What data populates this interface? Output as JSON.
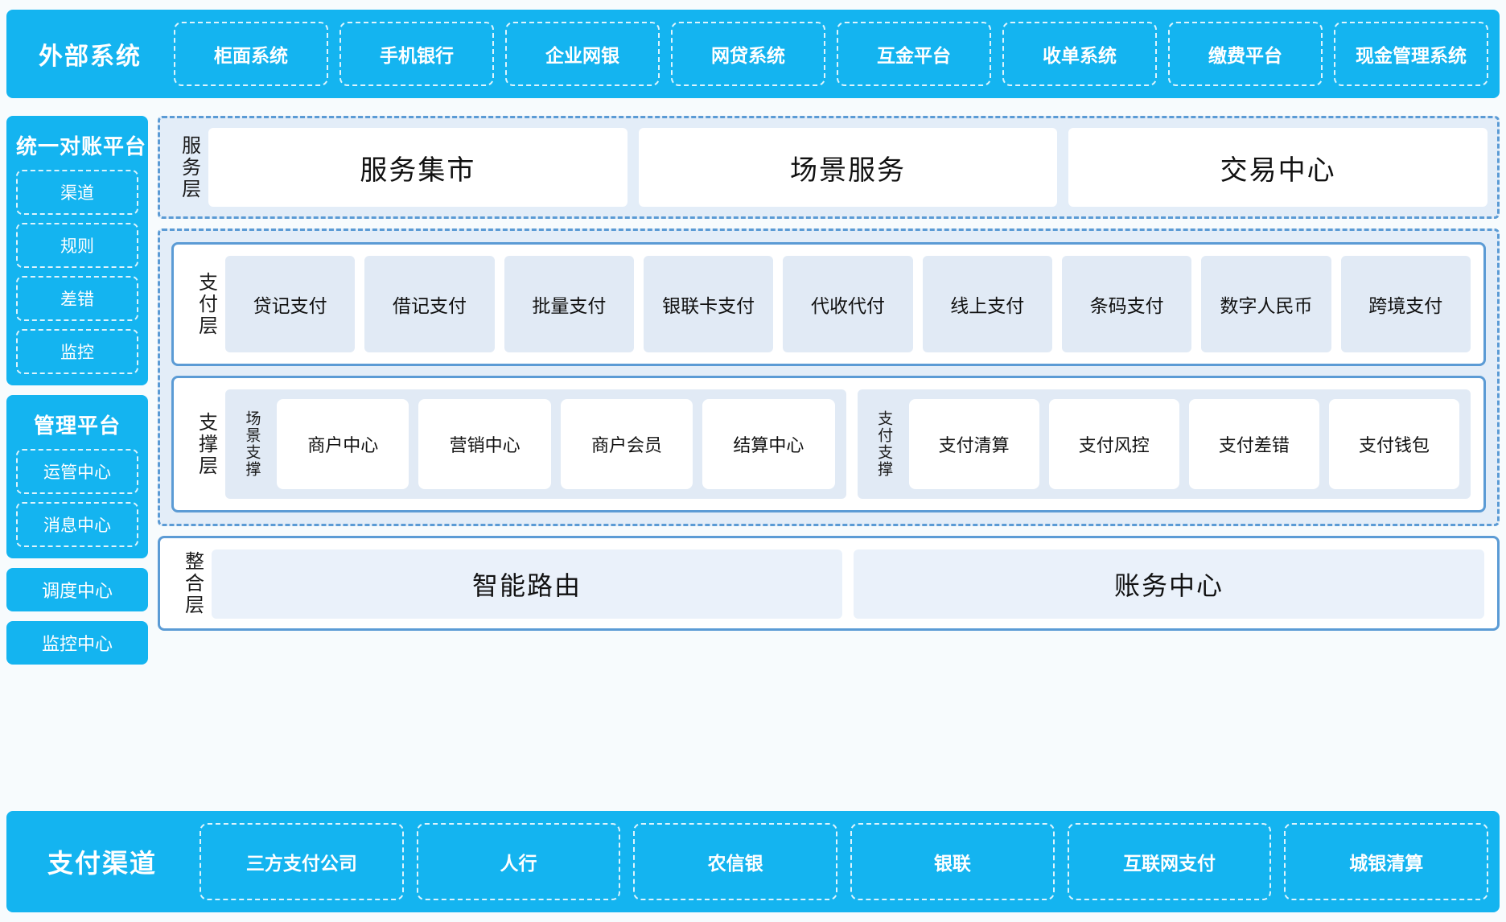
{
  "external_systems": {
    "title": "外部系统",
    "items": [
      "柜面系统",
      "手机银行",
      "企业网银",
      "网贷系统",
      "互金平台",
      "收单系统",
      "缴费平台",
      "现金管理系统"
    ]
  },
  "left_column": {
    "reconciliation_platform": {
      "title": "统一对账平台",
      "items": [
        "渠道",
        "规则",
        "差错",
        "监控"
      ]
    },
    "management_platform": {
      "title": "管理平台",
      "items": [
        "运管中心",
        "消息中心"
      ]
    },
    "standalone": [
      "调度中心",
      "监控中心"
    ]
  },
  "service_layer": {
    "label": "服务层",
    "items": [
      "服务集市",
      "场景服务",
      "交易中心"
    ]
  },
  "payment_layer": {
    "label": "支付层",
    "items": [
      "贷记支付",
      "借记支付",
      "批量支付",
      "银联卡支付",
      "代收代付",
      "线上支付",
      "条码支付",
      "数字人民币",
      "跨境支付"
    ]
  },
  "support_layer": {
    "label": "支撑层",
    "scene_support": {
      "label": "场景支撑",
      "items": [
        "商户中心",
        "营销中心",
        "商户会员",
        "结算中心"
      ]
    },
    "payment_support": {
      "label": "支付支撑",
      "items": [
        "支付清算",
        "支付风控",
        "支付差错",
        "支付钱包"
      ]
    }
  },
  "integration_layer": {
    "label": "整合层",
    "items": [
      "智能路由",
      "账务中心"
    ]
  },
  "payment_channels": {
    "title": "支付渠道",
    "items": [
      "三方支付公司",
      "人行",
      "农信银",
      "银联",
      "互联网支付",
      "城银清算"
    ]
  },
  "colors": {
    "brand_blue": "#14b4f0",
    "panel_border": "#5b9bd5",
    "panel_fill": "#e3edf8",
    "tile_fill": "#e1eaf5",
    "page_bg": "#f7fbfd"
  }
}
